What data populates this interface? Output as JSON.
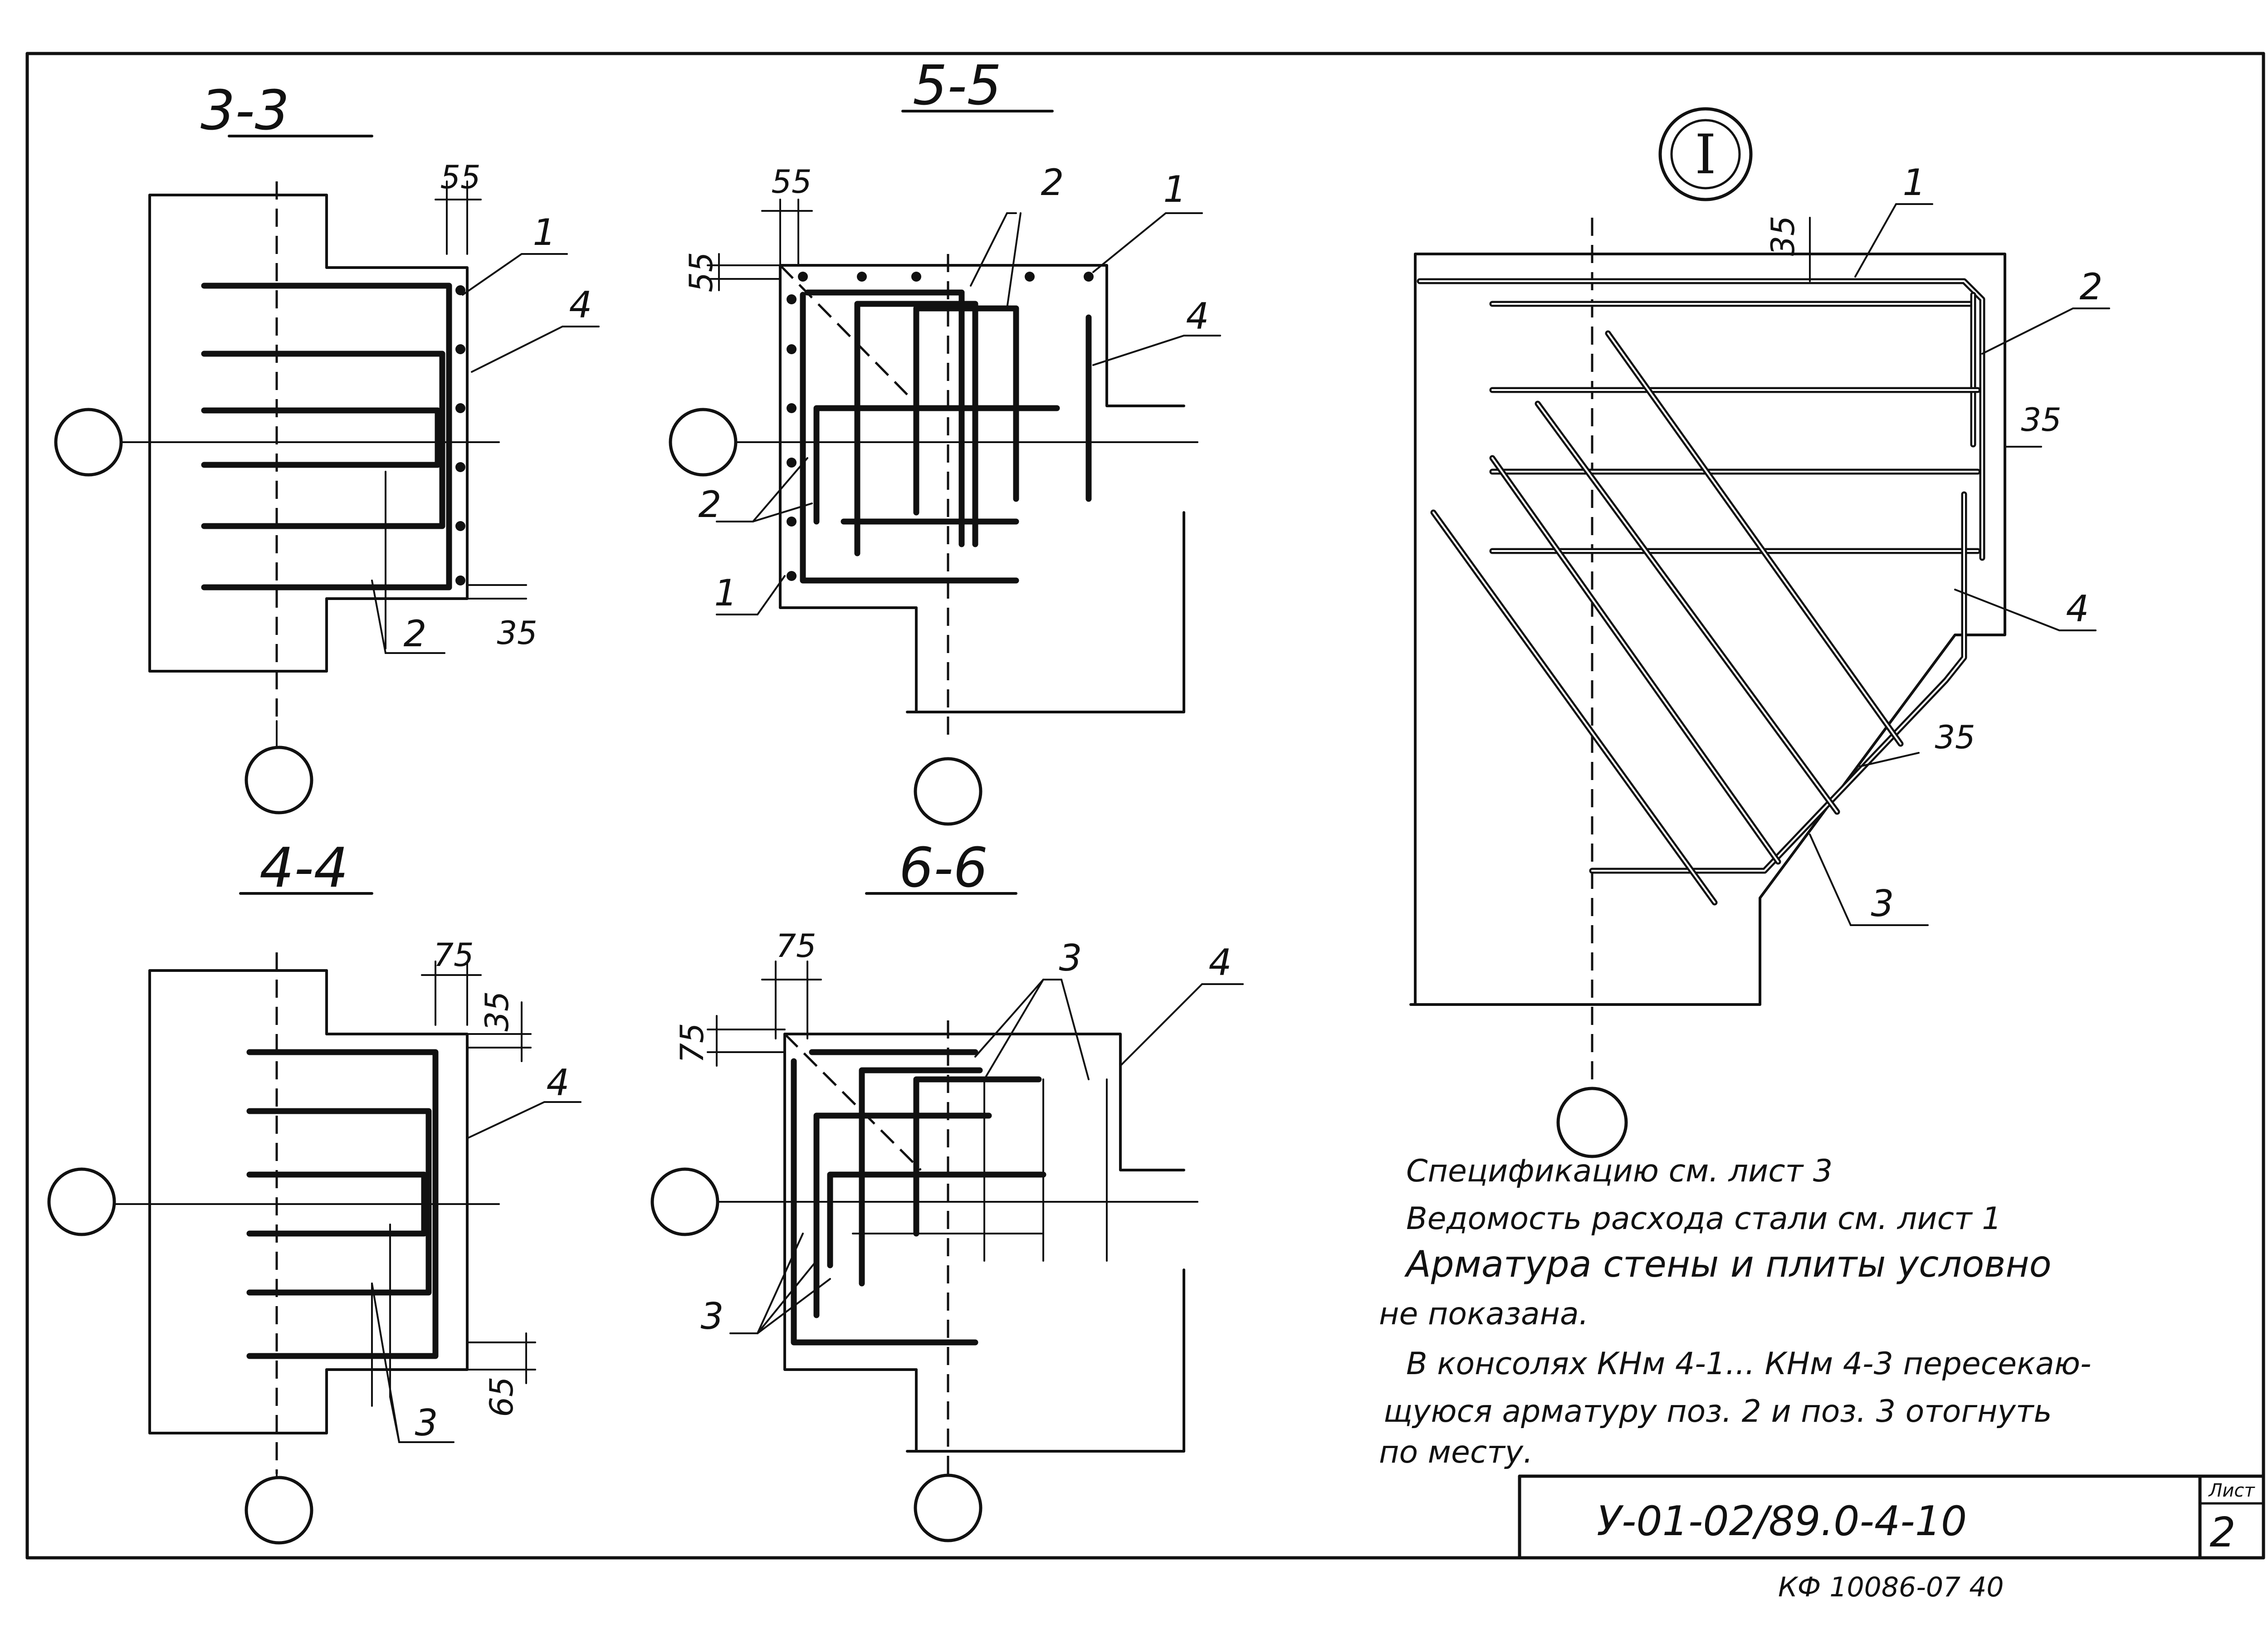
{
  "sections": {
    "s33": {
      "title": "3-3",
      "dims": [
        "55",
        "35"
      ],
      "callouts": [
        "1",
        "4",
        "2"
      ]
    },
    "s55": {
      "title": "5-5",
      "dims": [
        "55",
        "55"
      ],
      "callouts": [
        "2",
        "1",
        "4",
        "2",
        "1"
      ]
    },
    "s44": {
      "title": "4-4",
      "dims": [
        "75",
        "35",
        "65"
      ],
      "callouts": [
        "4",
        "3"
      ]
    },
    "s66": {
      "title": "6-6",
      "dims": [
        "75",
        "75"
      ],
      "callouts": [
        "3",
        "4",
        "3"
      ]
    },
    "node": {
      "title": "I",
      "dims": [
        "35",
        "35",
        "35"
      ],
      "callouts": [
        "1",
        "2",
        "4",
        "3"
      ]
    }
  },
  "notes": [
    "Спецификацию см. лист 3",
    "Ведомость расхода стали см. лист 1",
    "Арматура стены и плиты условно",
    "не показана.",
    "В консолях КНм 4-1... КНм 4-3 пересекаю-",
    "щуюся арматуру поз. 2 и поз. 3 отогнуть",
    "по месту."
  ],
  "title_block": {
    "doc_code": "У-01-02/89.0-4-10",
    "sheet_label": "Лист",
    "sheet_number": "2"
  },
  "footer_code": "КФ 10086-07 40"
}
